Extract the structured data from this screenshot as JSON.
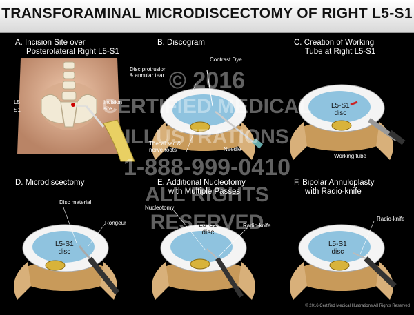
{
  "title": "TRANSFORAMINAL MICRODISCECTOMY OF RIGHT L5-S1",
  "panels": {
    "a": {
      "title": "A. Incision Site over\n     Posterolateral Right L5-S1",
      "labels": {
        "l5": "L5",
        "s1": "S1",
        "incision": "Incision\nsite"
      }
    },
    "b": {
      "title": "B. Discogram",
      "labels": {
        "protrusion": "Disc protrusion\n& annular tear",
        "dye": "Contrast Dye",
        "thecal": "Thecal sac &\nnerve roots",
        "needle": "Needle"
      }
    },
    "c": {
      "title": "C. Creation of Working\n     Tube at Right L5-S1",
      "labels": {
        "disc": "L5-S1\ndisc",
        "tube": "Working tube"
      }
    },
    "d": {
      "title": "D. Microdiscectomy",
      "labels": {
        "material": "Disc material",
        "rongeur": "Rongeur",
        "disc": "L5-S1\ndisc"
      }
    },
    "e": {
      "title": "E. Additional Nucleotomy\n     with Multiple Passes",
      "labels": {
        "nucleotomy": "Nucleotomy",
        "disc": "L5-S1\ndisc",
        "knife": "Radio-knife"
      }
    },
    "f": {
      "title": "F. Bipolar Annuloplasty\n     with Radio-knife",
      "labels": {
        "knife": "Radio-knife",
        "disc": "L5-S1\ndisc"
      }
    }
  },
  "watermark": {
    "line1": "© 2016",
    "line2": "CERTIFIED MEDICAL",
    "line3": "ILLUSTRATIONS",
    "line4": "1-888-999-0410",
    "line5": "ALL RIGHTS",
    "line6": "RESERVED"
  },
  "copyright": "© 2016 Certified Medical Illustrations All Rights Reserved"
}
